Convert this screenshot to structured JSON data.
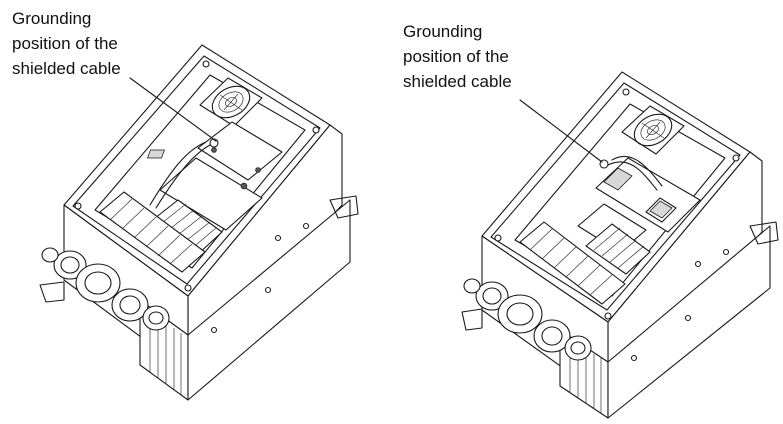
{
  "figures": [
    {
      "id": "left",
      "label_lines": [
        "Grounding",
        "position of the",
        "shielded cable"
      ]
    },
    {
      "id": "right",
      "label_lines": [
        "Grounding",
        "position of the",
        "shielded cable"
      ]
    }
  ],
  "colors": {
    "stroke": "#1a1a1a",
    "background": "#ffffff"
  }
}
